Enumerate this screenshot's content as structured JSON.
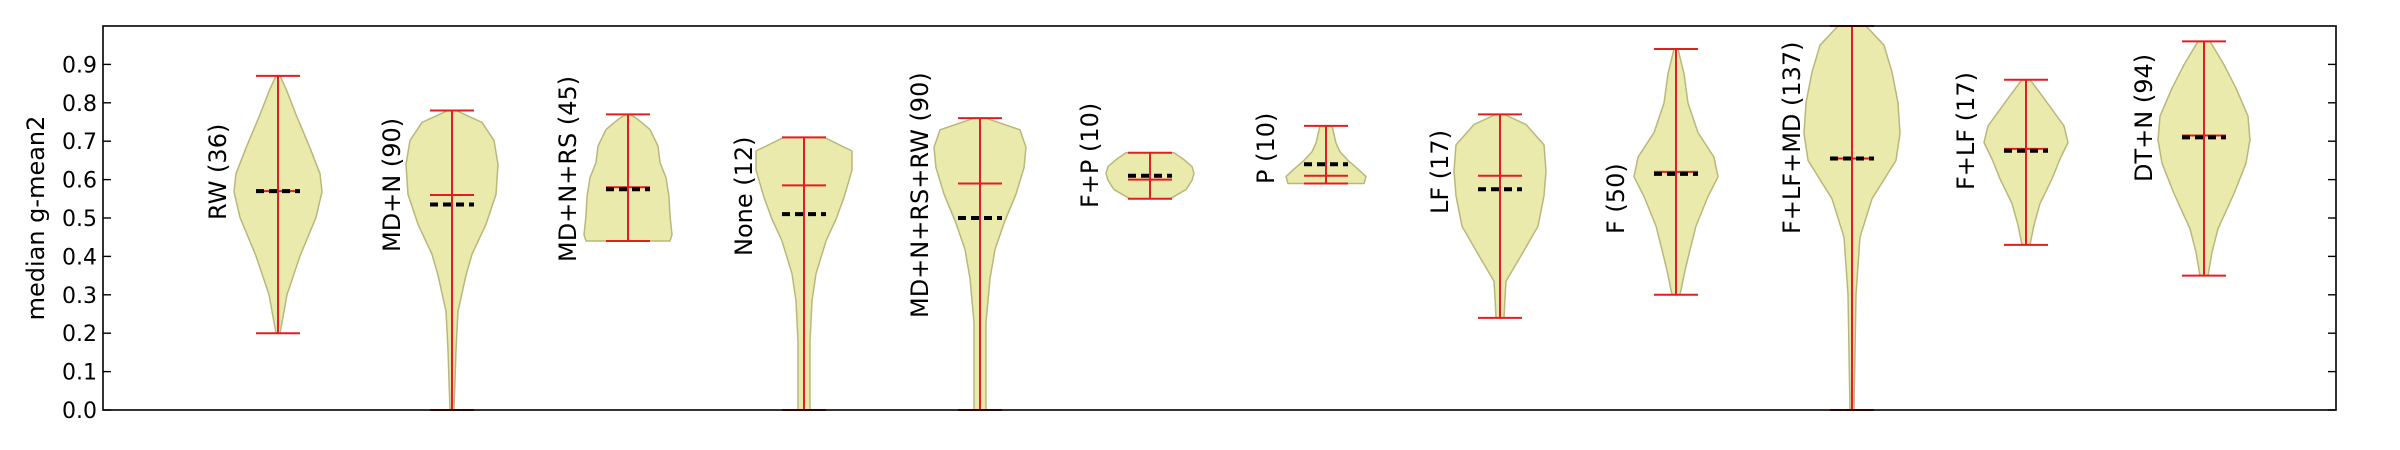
{
  "colors": {
    "violin_fill": "#eaeaac",
    "violin_edge": "#b8b87c",
    "whisker": "#e02020",
    "median_marker": "#000000",
    "axes": "#000000"
  },
  "chart_data": {
    "type": "violin",
    "ylabel": "median g-mean2",
    "ylim": [
      0.0,
      1.0
    ],
    "yticks": [
      "0.0",
      "0.1",
      "0.2",
      "0.3",
      "0.4",
      "0.5",
      "0.6",
      "0.7",
      "0.8",
      "0.9"
    ],
    "groups": [
      {
        "label": "RW (36)",
        "min": 0.2,
        "max": 0.87,
        "mean": 0.57,
        "median": 0.57
      },
      {
        "label": "MD+N (90)",
        "min": 0.0,
        "max": 0.78,
        "mean": 0.56,
        "median": 0.535
      },
      {
        "label": "MD+N+RS (45)",
        "min": 0.44,
        "max": 0.77,
        "mean": 0.58,
        "median": 0.575
      },
      {
        "label": "None (12)",
        "min": 0.0,
        "max": 0.71,
        "mean": 0.585,
        "median": 0.51
      },
      {
        "label": "MD+N+RS+RW (90)",
        "min": 0.0,
        "max": 0.76,
        "mean": 0.59,
        "median": 0.5
      },
      {
        "label": "F+P (10)",
        "min": 0.55,
        "max": 0.67,
        "mean": 0.6,
        "median": 0.61
      },
      {
        "label": "P (10)",
        "min": 0.59,
        "max": 0.74,
        "mean": 0.61,
        "median": 0.64
      },
      {
        "label": "LF (17)",
        "min": 0.24,
        "max": 0.77,
        "mean": 0.61,
        "median": 0.575
      },
      {
        "label": "F (50)",
        "min": 0.3,
        "max": 0.94,
        "mean": 0.62,
        "median": 0.615
      },
      {
        "label": "F+LF+MD (137)",
        "min": 0.0,
        "max": 1.0,
        "mean": 0.655,
        "median": 0.655
      },
      {
        "label": "F+LF (17)",
        "min": 0.43,
        "max": 0.86,
        "mean": 0.68,
        "median": 0.675
      },
      {
        "label": "DT+N (94)",
        "min": 0.35,
        "max": 0.96,
        "mean": 0.715,
        "median": 0.71
      }
    ]
  }
}
